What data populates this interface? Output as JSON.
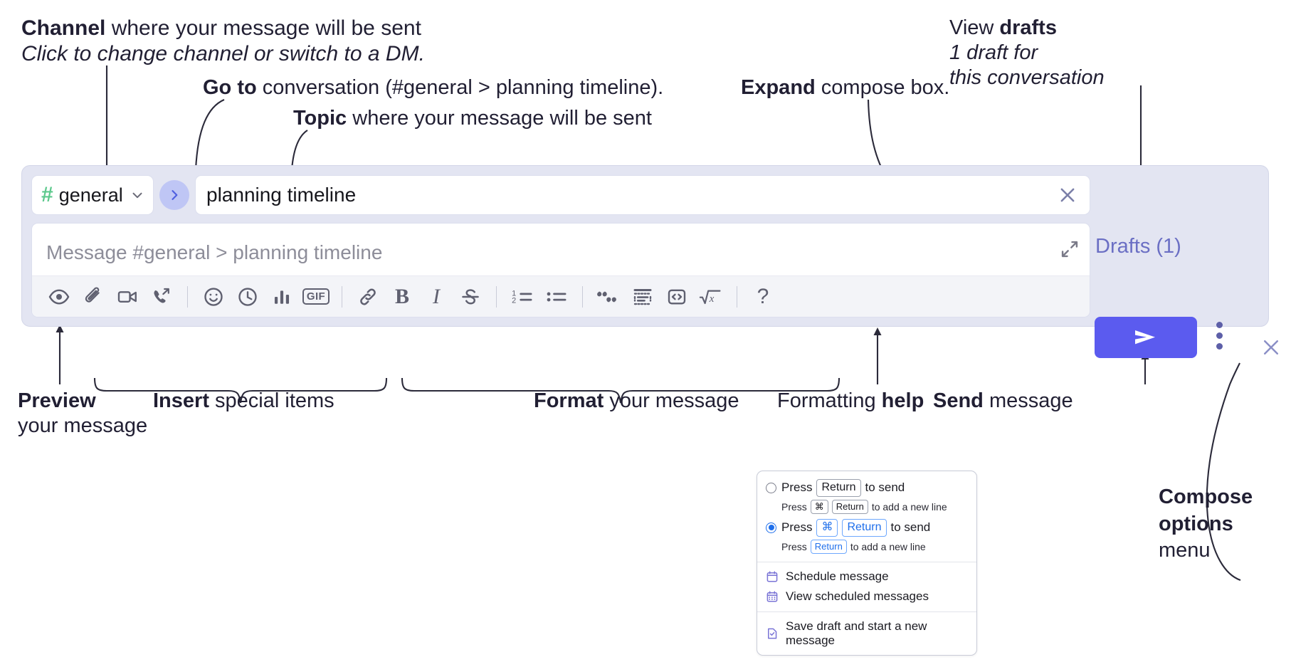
{
  "annotations": {
    "channel": {
      "strong": "Channel",
      "rest": " where your message will be sent",
      "italic": "Click to change channel or switch to a DM."
    },
    "goto": {
      "strong": "Go to",
      "rest": " conversation (#general > planning timeline)."
    },
    "topic": {
      "strong": "Topic",
      "rest": " where your message will be sent"
    },
    "expand": {
      "strong": "Expand",
      "rest": " compose box."
    },
    "drafts": {
      "lead": "View ",
      "strong": "drafts",
      "italic1": "1 draft for",
      "italic2": "this conversation"
    },
    "preview": {
      "strong": "Preview",
      "line2": "your message"
    },
    "insert": {
      "strong": "Insert",
      "rest": " special items"
    },
    "format": {
      "strong": "Format",
      "rest": " your message"
    },
    "help": {
      "lead": "Formatting ",
      "strong": "help"
    },
    "send": {
      "strong": "Send",
      "rest": " message"
    },
    "compose_options": {
      "line1": "Compose",
      "line2": "options",
      "line3": "menu"
    }
  },
  "composer": {
    "channel_chip": {
      "hash": "#",
      "label": "general",
      "chevron": "chevron-down"
    },
    "go_button_label": "›",
    "topic": {
      "value": "planning timeline",
      "clear_label": "×"
    },
    "message": {
      "placeholder": "Message #general > planning timeline"
    },
    "drafts_link": "Drafts (1)",
    "send_label": "➤",
    "panel_close_label": "×",
    "toolbar": [
      {
        "name": "preview-icon",
        "label": "Preview"
      },
      {
        "name": "attachment-icon",
        "label": "Attach file"
      },
      {
        "name": "video-icon",
        "label": "Record video clip"
      },
      {
        "name": "audio-call-icon",
        "label": "Record audio clip"
      },
      {
        "name": "divider",
        "label": ""
      },
      {
        "name": "emoji-icon",
        "label": "Emoji"
      },
      {
        "name": "clock-icon",
        "label": "Recent"
      },
      {
        "name": "poll-icon",
        "label": "Poll"
      },
      {
        "name": "gif-icon",
        "label": "GIF"
      },
      {
        "name": "divider",
        "label": ""
      },
      {
        "name": "link-icon",
        "label": "Link"
      },
      {
        "name": "bold-icon",
        "label": "B"
      },
      {
        "name": "italic-icon",
        "label": "I"
      },
      {
        "name": "strikethrough-icon",
        "label": "S"
      },
      {
        "name": "divider",
        "label": ""
      },
      {
        "name": "ordered-list-icon",
        "label": "Ordered list"
      },
      {
        "name": "bulleted-list-icon",
        "label": "Bulleted list"
      },
      {
        "name": "divider",
        "label": ""
      },
      {
        "name": "blockquote-icon",
        "label": "Blockquote"
      },
      {
        "name": "code-block-icon",
        "label": "Code block"
      },
      {
        "name": "inline-code-icon",
        "label": "Code"
      },
      {
        "name": "math-icon",
        "label": "Math"
      },
      {
        "name": "divider",
        "label": ""
      },
      {
        "name": "help-icon",
        "label": "?"
      }
    ]
  },
  "compose_menu": {
    "options": [
      {
        "selected": false,
        "main_pre": "Press",
        "main_keys": [
          "Return"
        ],
        "main_post": "to send",
        "sub_pre": "Press",
        "sub_keys": [
          "⌘",
          "Return"
        ],
        "sub_post": "to add a new line"
      },
      {
        "selected": true,
        "main_pre": "Press",
        "main_keys": [
          "⌘",
          "Return"
        ],
        "main_post": "to send",
        "sub_pre": "Press",
        "sub_keys": [
          "Return"
        ],
        "sub_post": "to add a new line"
      }
    ],
    "items": [
      {
        "icon": "calendar-icon",
        "label": "Schedule message"
      },
      {
        "icon": "calendar-list-icon",
        "label": "View scheduled messages"
      },
      {
        "icon": "save-draft-icon",
        "label": "Save draft and start a new message"
      }
    ]
  },
  "colors": {
    "panel_bg": "#e3e5f2",
    "accent_purple": "#5b5bef",
    "drafts_text": "#6b6fc4",
    "hash_green": "#5ec98d",
    "go_button_bg": "#bfc6f5",
    "radio_blue": "#1f6feb",
    "menu_icon_purple": "#7a74d6"
  }
}
